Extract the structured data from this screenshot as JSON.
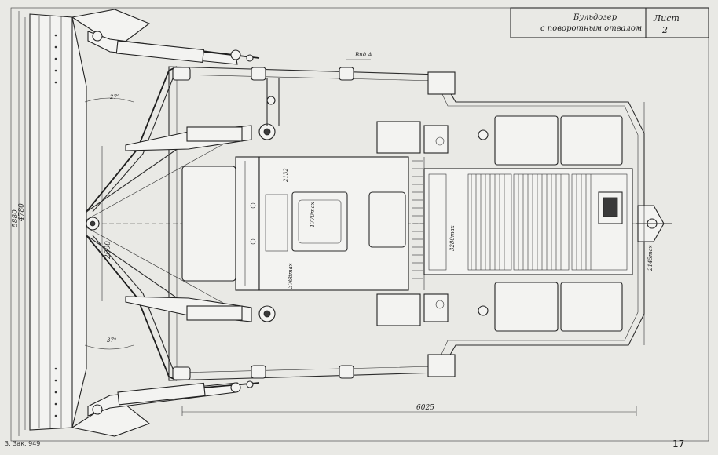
{
  "title_block": {
    "title_line1": "Бульдозер",
    "title_line2": "с поворотным отвалом",
    "sheet_label": "Лист",
    "sheet_number": "2"
  },
  "view_label": "Вид А",
  "dimensions": {
    "blade_width": "5880",
    "blade_inner": "4780",
    "arm_span": "2000",
    "overall_length": "6025",
    "track_width": "2145max",
    "engine_hood": "3280max",
    "cab_dim_a": "2132",
    "cab_dim_b": "1770max",
    "cab_height": "3768max",
    "angle_top": "27°",
    "angle_bottom": "37°"
  },
  "footer": {
    "left_text": "3. Зак. 949",
    "page_number": "17"
  },
  "colors": {
    "paper": "#e9e9e5",
    "ink": "#2b2b2b"
  }
}
